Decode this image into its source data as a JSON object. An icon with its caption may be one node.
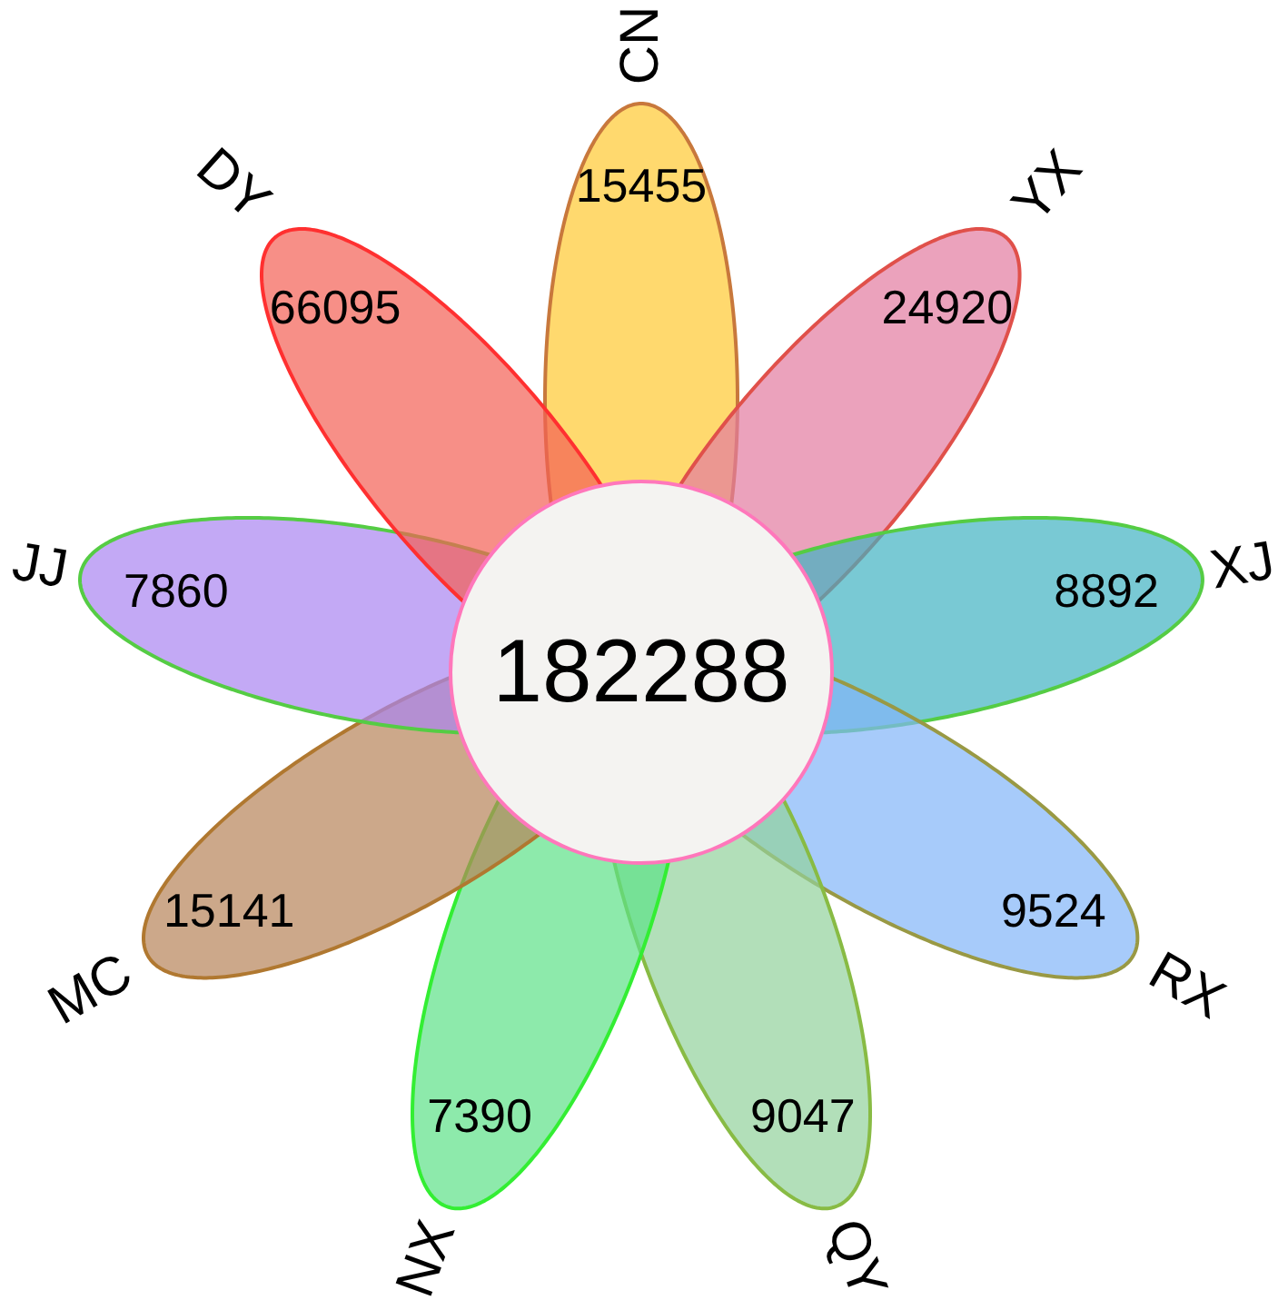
{
  "diagram": {
    "nodes": [
      {
        "text": [
          "15455"
        ],
        "beside": [
          "CN"
        ]
      },
      {
        "text": [
          "24920"
        ],
        "beside": [
          "YX"
        ]
      },
      {
        "text": [
          "8892"
        ],
        "beside": [
          "XJ"
        ]
      },
      {
        "text": [
          "9524"
        ],
        "beside": [
          "RX"
        ]
      },
      {
        "text": [
          "9047"
        ],
        "beside": [
          "QY"
        ]
      },
      {
        "text": [
          "7390"
        ],
        "beside": [
          "NX"
        ]
      },
      {
        "text": [
          "15141"
        ],
        "beside": [
          "MC"
        ]
      },
      {
        "text": [
          "7860"
        ],
        "beside": [
          "JJ"
        ]
      },
      {
        "text": [
          "66095"
        ],
        "beside": [
          "DY"
        ]
      },
      {
        "text": [
          "182288"
        ]
      }
    ]
  }
}
